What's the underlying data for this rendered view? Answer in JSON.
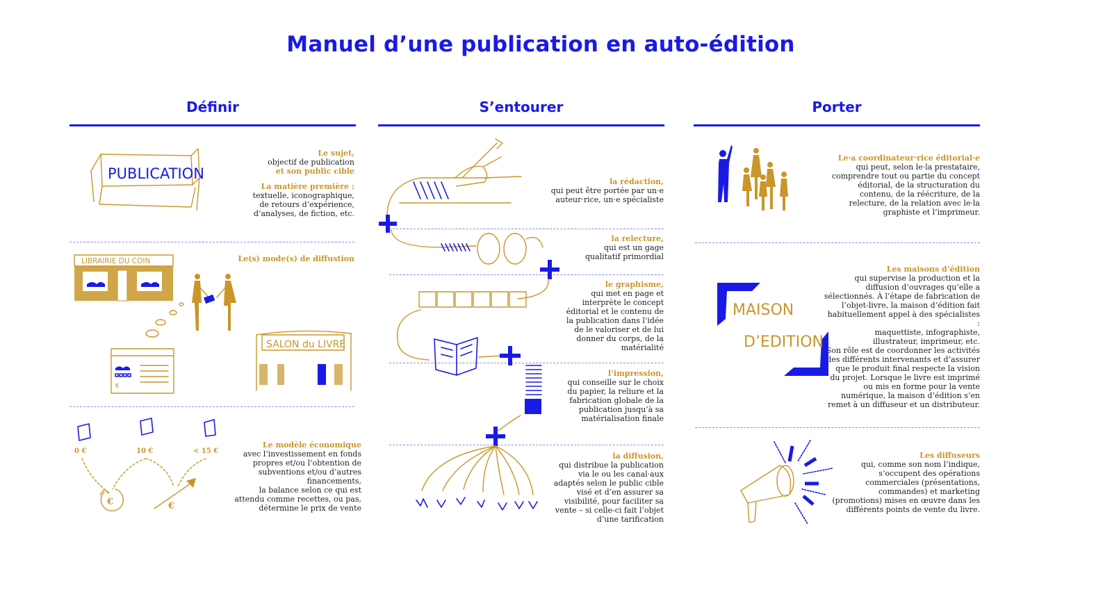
{
  "title": "Manuel d’une publication en auto-édition",
  "columns": [
    {
      "heading": "Définir",
      "blocks": [
        {
          "label": "Le sujet,",
          "lines": [
            "objectif de publication"
          ],
          "label2": "et son public cible",
          "label3": "La matière première :",
          "lines2": [
            "textuelle, iconographique,",
            "de retours d’expérience,",
            "d’analyses, de fiction, etc."
          ],
          "illustration_text": "PUBLICATION"
        },
        {
          "label": "Le(s) mode(s) de diffustion",
          "illustration_text": [
            "LIBRAIRIE DU COIN",
            "SALON du LIVRE"
          ]
        },
        {
          "label": "Le modèle économique",
          "lines": [
            "avec l’investissement en fonds",
            "propres et/ou l’obtention de",
            "subventions et/ou d’autres",
            "financements,",
            "la balance selon ce qui est",
            "attendu comme recettes, ou pas,",
            "détermine le prix de vente"
          ],
          "prices": [
            "0 €",
            "10 €",
            "< 15 €"
          ],
          "currency": "€"
        }
      ]
    },
    {
      "heading": "S’entourer",
      "blocks": [
        {
          "label": "la rédaction,",
          "lines": [
            "qui peut être portée par un·e",
            "auteur·rice, un·e spécialiste"
          ]
        },
        {
          "label": "la relecture,",
          "lines": [
            "qui est un gage",
            "qualitatif primordial"
          ]
        },
        {
          "label": "le graphisme,",
          "lines": [
            "qui met en page et",
            "interprète le concept",
            "éditorial et le contenu de",
            "la publication dans l’idée",
            "de le valoriser et de lui",
            "donner du corps, de la",
            "matérialité"
          ]
        },
        {
          "label": "l’impression,",
          "lines": [
            "qui conseille sur le choix",
            "du papier, la reliure et la",
            "fabrication globale de la",
            "publication jusqu’à sa",
            "matérialisation finale"
          ]
        },
        {
          "label": "la diffusion,",
          "lines": [
            "qui distribue la publication",
            "via le ou les canal·aux",
            "adaptés selon le public cible",
            "visé et d’en assurer sa",
            "visibilité, pour faciliter sa",
            "vente – si celle-ci fait l’objet",
            "d’une tarification"
          ]
        }
      ]
    },
    {
      "heading": "Porter",
      "blocks": [
        {
          "label": "Le·a coordinateur·rice éditorial·e",
          "lines": [
            "qui peut, selon le·la prestataire,",
            "comprendre tout ou partie du concept",
            "éditorial, de la structuration du",
            "contenu, de la réécriture, de la",
            "relecture, de la relation avec le·la",
            "graphiste et l’imprimeur."
          ]
        },
        {
          "label": "Les maisons d’édition",
          "lines": [
            "qui supervise la production et la",
            "diffusion d’ouvrages qu’elle a",
            "sélectionnés. À l’étape de fabrication de",
            "l’objet-livre, la maison d’édition fait",
            "habituellement appel à des spécialistes",
            ":",
            "maquettiste, infographiste,",
            "illustrateur, imprimeur, etc.",
            "Son rôle est de coordonner les activités",
            "des différents intervenants et d’assurer",
            "que le produit final respecte la vision",
            "du projet. Lorsque le livre est imprimé",
            "ou mis en forme pour la vente",
            "numérique, la maison d’édition s’en",
            "remet à un diffuseur et un distributeur."
          ],
          "illustration_text": [
            "MAISON",
            "D’EDITION"
          ]
        },
        {
          "label": "Les diffuseurs",
          "lines": [
            "qui, comme son nom l’indique,",
            "s’occupent des opérations",
            "commerciales (présentations,",
            "commandes) et marketing",
            "(promotions) mises en œuvre dans les",
            "différents points de vente du livre."
          ]
        }
      ]
    }
  ],
  "colors": {
    "blue": "#1a1ae6",
    "gold": "#c9962a",
    "text": "#222222"
  }
}
